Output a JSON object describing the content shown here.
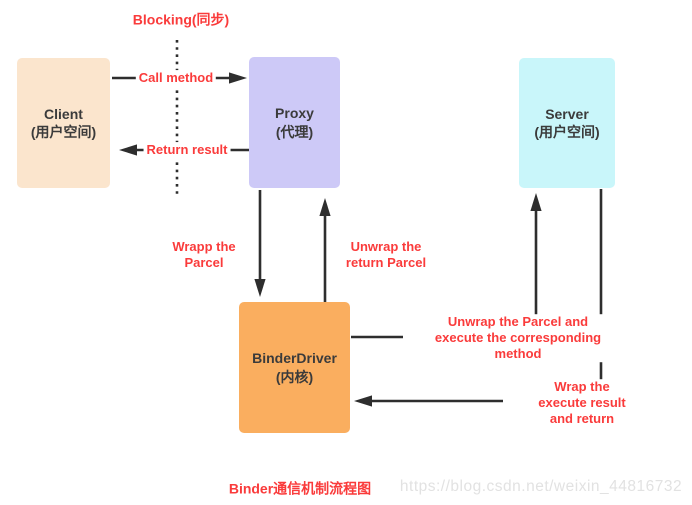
{
  "diagram": {
    "title": "Binder通信机制流程图",
    "watermark": "https://blog.csdn.net/weixin_44816732",
    "colors": {
      "client_bg": "#FBE5CD",
      "proxy_bg": "#CDC9F7",
      "server_bg": "#C9F6FA",
      "binder_driver_bg": "#FAAE5F",
      "label_red": "#FA3B3B",
      "line_dark": "#2E2E2E",
      "watermark_gray": "#E2E2E2"
    },
    "nodes": {
      "client": {
        "label": "Client\n(用户空间)"
      },
      "proxy": {
        "label": "Proxy\n(代理)"
      },
      "server": {
        "label": "Server\n(用户空间)"
      },
      "binder_driver": {
        "label": "BinderDriver\n(内核)"
      }
    },
    "labels": {
      "blocking": "Blocking(同步)",
      "call_method": "Call method",
      "return_result": "Return result",
      "wrap_parcel": "Wrapp the\nParcel",
      "unwrap_return_parcel": "Unwrap the\nreturn Parcel",
      "unwrap_execute": "Unwrap the Parcel and\nexecute the corresponding method",
      "wrap_result": "Wrap the execute result\nand return"
    }
  }
}
